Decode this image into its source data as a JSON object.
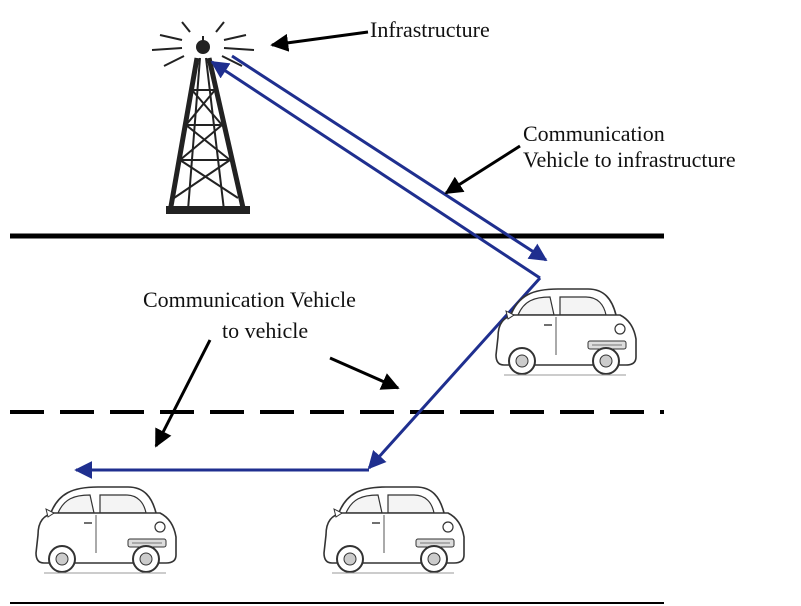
{
  "labels": {
    "infrastructure": "Infrastructure",
    "v2i_line1": "Communication",
    "v2i_line2": "Vehicle to infrastructure",
    "v2v_line1": "Communication Vehicle",
    "v2v_line2": "to vehicle"
  },
  "colors": {
    "link": "#1f2f8f",
    "road": "#000000",
    "pointer": "#000000",
    "sketch": "#333333"
  },
  "icons": [
    "radio-tower-icon",
    "car-icon"
  ]
}
